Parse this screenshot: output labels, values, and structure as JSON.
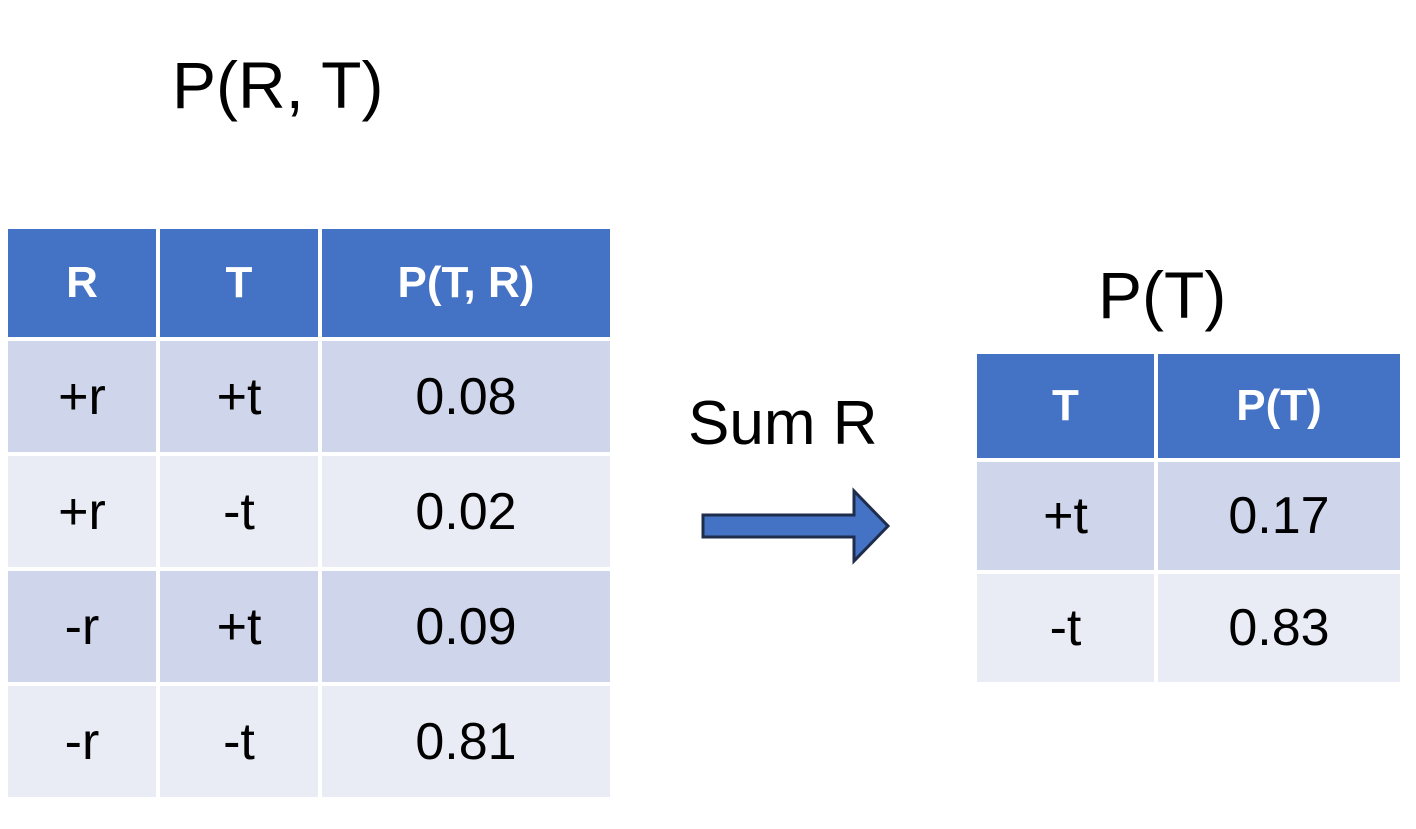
{
  "joint": {
    "title": "P(R, T)",
    "headers": [
      "R",
      "T",
      "P(T, R)"
    ],
    "rows": [
      [
        "+r",
        "+t",
        "0.08"
      ],
      [
        "+r",
        "-t",
        "0.02"
      ],
      [
        "-r",
        "+t",
        "0.09"
      ],
      [
        "-r",
        "-t",
        "0.81"
      ]
    ]
  },
  "operation": {
    "label": "Sum R",
    "icon": "right-arrow-icon"
  },
  "marginal": {
    "title": "P(T)",
    "headers": [
      "T",
      "P(T)"
    ],
    "rows": [
      [
        "+t",
        "0.17"
      ],
      [
        "-t",
        "0.83"
      ]
    ]
  },
  "colors": {
    "header_fill": "#4472c4",
    "row_odd": "#cfd5ea",
    "row_even": "#e9ebf5",
    "arrow_fill": "#4472c4",
    "arrow_stroke": "#1f2d4d"
  }
}
